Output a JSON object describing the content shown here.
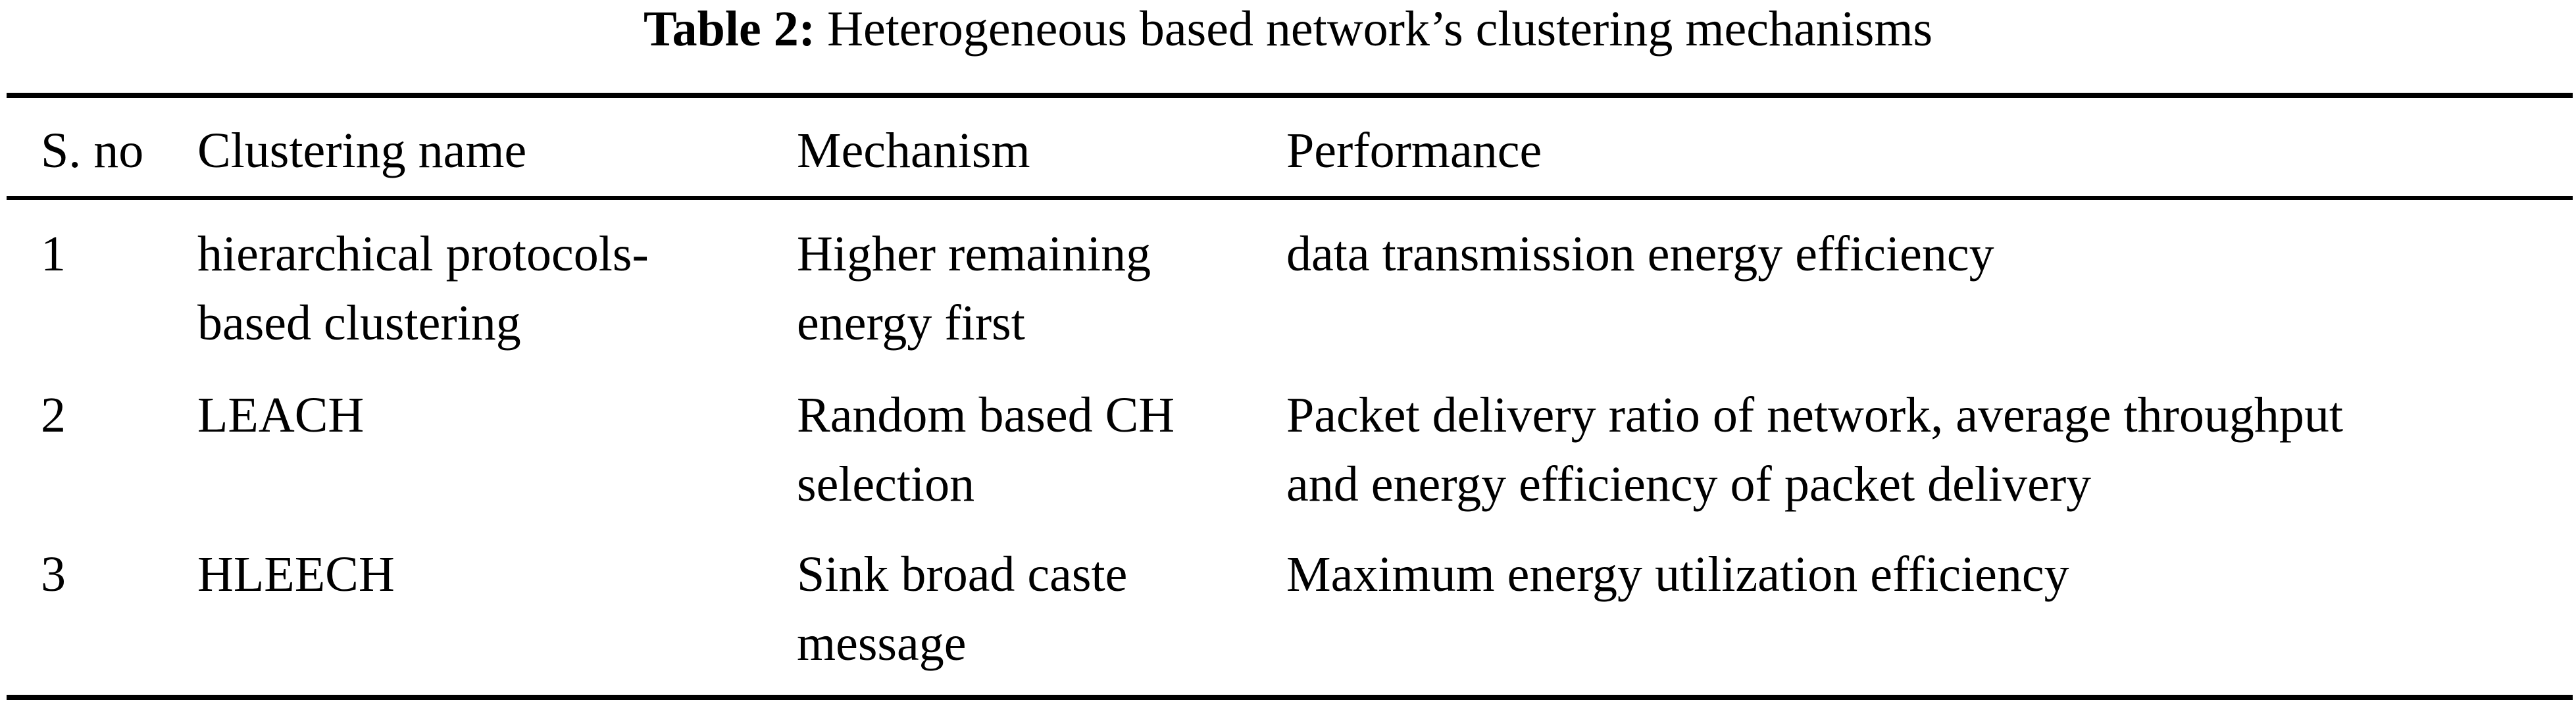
{
  "title": {
    "label": "Table 2:",
    "text": "Heterogeneous based network’s clustering mechanisms"
  },
  "table": {
    "headers": [
      "S. no",
      "Clustering name",
      "Mechanism",
      "Performance"
    ],
    "rows": [
      [
        "1",
        "hierarchical protocols-\nbased clustering",
        "Higher remaining\nenergy first",
        "data transmission energy efficiency"
      ],
      [
        "2",
        "LEACH",
        "Random based CH\nselection",
        "Packet delivery ratio of network, average throughput\nand energy efficiency of packet delivery"
      ],
      [
        "3",
        "HLEECH",
        "Sink broad caste\nmessage",
        "Maximum energy utilization efficiency"
      ]
    ]
  }
}
